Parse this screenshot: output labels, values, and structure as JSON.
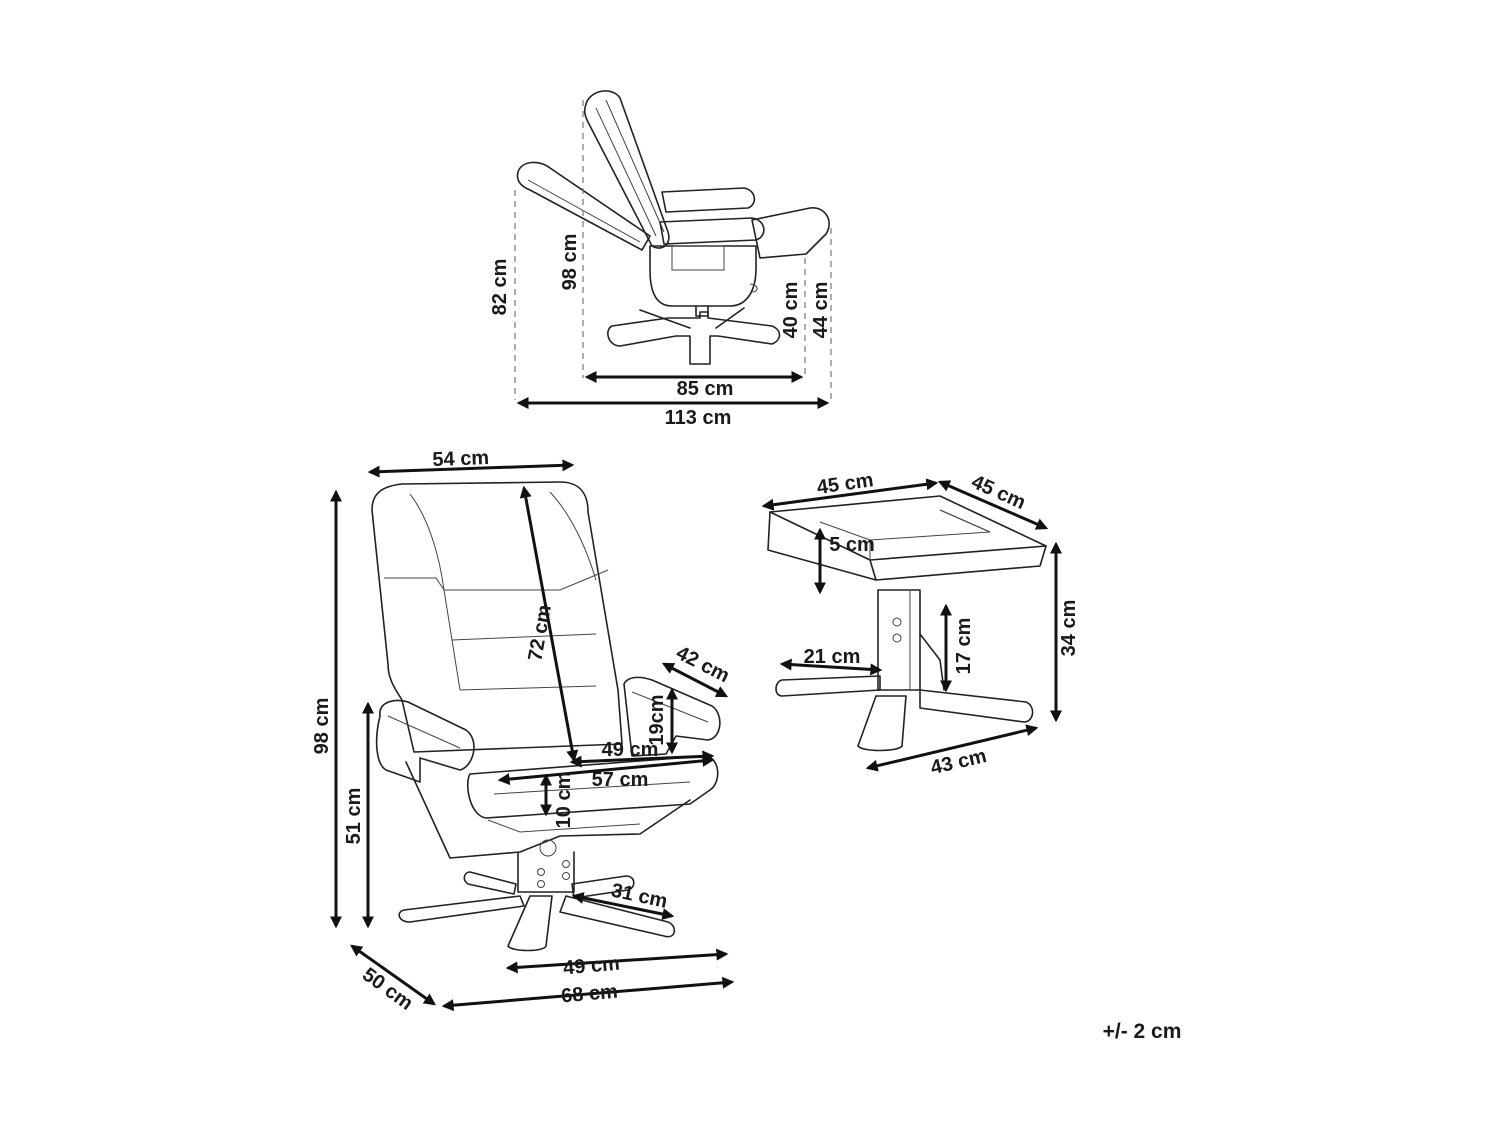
{
  "side_view": {
    "height_reclined": "82 cm",
    "height_back": "98 cm",
    "footrest_height": "40 cm",
    "footrest_top": "44 cm",
    "depth_upright": "85 cm",
    "depth_reclined": "113 cm"
  },
  "chair": {
    "width": "54 cm",
    "backrest_length": "72 cm",
    "armrest_length": "42 cm",
    "armrest_height": "19cm",
    "seat_depth": "49 cm",
    "seat_width": "57 cm",
    "seat_thickness": "10 cm",
    "base_leg": "31 cm",
    "height": "98 cm",
    "seat_height": "51 cm",
    "base_width": "49 cm",
    "total_width": "68 cm",
    "total_depth": "50 cm"
  },
  "footstool": {
    "width": "45 cm",
    "depth": "45 cm",
    "cushion_thickness": "5 cm",
    "height": "34 cm",
    "leg_length": "21 cm",
    "column_height": "17 cm",
    "base_width": "43 cm"
  },
  "tolerance": "+/- 2 cm"
}
